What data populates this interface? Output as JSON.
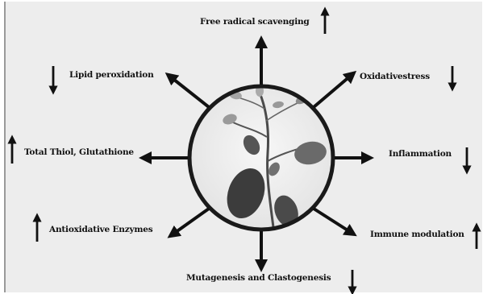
{
  "labels": {
    "free_radical": "Free radical scavenging",
    "oxidative_stress": "Oxidativestress",
    "inflammation": "Inflammation",
    "immune_modulation": "Immune modulation",
    "mutagenesis": "Mutagenesis and Clastogenesis",
    "antioxidative_enzymes": "Antioxidative Enzymes",
    "total_thiol": "Total Thiol, Glutathione",
    "lipid_peroxidation": "Lipid peroxidation"
  },
  "effects": {
    "free_radical": "up",
    "oxidative_stress": "down",
    "inflammation": "down",
    "immune_modulation": "up",
    "mutagenesis": "down",
    "antioxidative_enzymes": "up",
    "total_thiol": "up",
    "lipid_peroxidation": "down"
  },
  "icons": {
    "center": "plant-photo-icon",
    "up": "arrow-up-icon",
    "down": "arrow-down-icon"
  },
  "colors": {
    "background": "#ededed",
    "ink": "#111111",
    "circle_ring": "#1a1a1a"
  }
}
